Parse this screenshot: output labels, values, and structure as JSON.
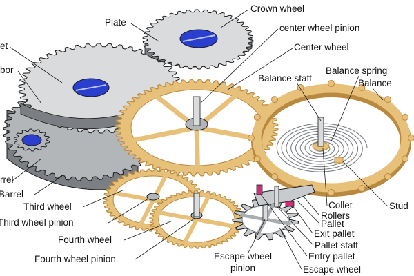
{
  "diagram": {
    "colors": {
      "steel_light": "#d9dbdd",
      "steel_mid": "#b3b6b9",
      "steel_dark": "#7b7f83",
      "brass": "#e7c07a",
      "brass_dark": "#b9893f",
      "jewel_blue": "#2b3fcf",
      "pallet_stone": "#d02e7a",
      "outline": "#1a1a1a"
    },
    "labels": {
      "plate": "Plate",
      "crown_wheel": "Crown wheel",
      "center_wheel_pinion": "center wheel pinion",
      "center_wheel": "Center wheel",
      "ratchet_partial": "et",
      "arbor_partial": "bor",
      "balance_staff": "Balance staff",
      "balance_spring": "Balance spring",
      "balance": "Balance",
      "barrel_partial_1": "rrel",
      "barrel_partial_2": "Barrel",
      "third_wheel": "Third wheel",
      "third_wheel_pinion": "Third wheel pinion",
      "fourth_wheel": "Fourth wheel",
      "fourth_wheel_pinion": "Fourth wheel pinion",
      "collet": "Collet",
      "rollers": "Rollers",
      "pallet": "Pallet",
      "exit_pallet": "Exit pallet",
      "pallet_staff": "Pallet staff",
      "entry_pallet": "Entry pallet",
      "escape_wheel": "Escape wheel",
      "escape_wheel_pinion_line1": "Escape wheel",
      "escape_wheel_pinion_line2": "pinion",
      "stud": "Stud"
    }
  }
}
